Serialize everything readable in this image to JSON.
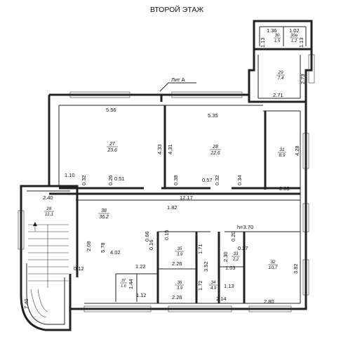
{
  "title": "ВТОРОЙ ЭТАЖ",
  "lit_label": "Лит А",
  "ceiling_height": "h=3.70",
  "rooms": [
    {
      "no": "27",
      "area": "23.6"
    },
    {
      "no": "28",
      "area": "22.6"
    },
    {
      "no": "29",
      "area": "7.4"
    },
    {
      "no": "30",
      "area": "1.5"
    },
    {
      "no": "30a",
      "area": "1.2"
    },
    {
      "no": "31",
      "area": "8.9"
    },
    {
      "no": "26",
      "area": "11.1"
    },
    {
      "no": "38",
      "area": "36.2"
    },
    {
      "no": "35",
      "area": "3.9"
    },
    {
      "no": "36",
      "area": "3.9"
    },
    {
      "no": "34",
      "area": "4.9"
    },
    {
      "no": "33",
      "area": "2.2"
    },
    {
      "no": "32",
      "area": "10.7"
    },
    {
      "no": "37",
      "area": "1.6"
    }
  ],
  "dimensions": [
    "1.36",
    "1.02",
    "1.13",
    "1.13",
    "2.73",
    "2.71",
    "5.56",
    "5.35",
    "4.33",
    "4.31",
    "4.28",
    "1.10",
    "0.32",
    "0.26",
    "0.51",
    "0.38",
    "0.57",
    "0.32",
    "0.34",
    "2.08",
    "2.40",
    "12.17",
    "1.82",
    "2.08",
    "5.78",
    "4.02",
    "0.12",
    "0.66",
    "0.15",
    "0.16",
    "1.71",
    "0.20",
    "0.27",
    "2.30",
    "1.03",
    "1.13",
    "3.82",
    "1.22",
    "2.26",
    "3.52",
    "1.72",
    "1.44",
    "1.12",
    "2.26",
    "2.14",
    "2.80",
    "7.40"
  ]
}
